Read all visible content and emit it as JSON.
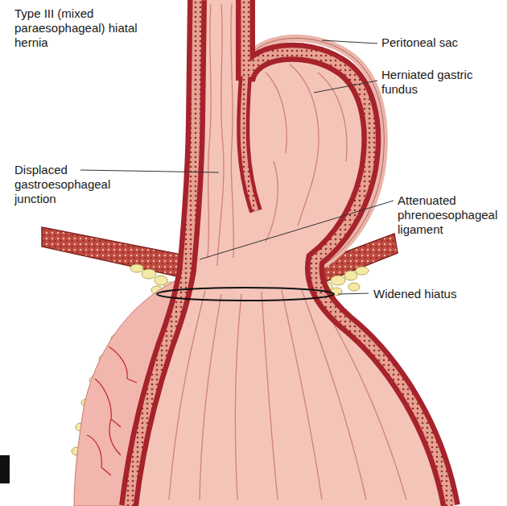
{
  "diagram": {
    "title": "Type III (mixed paraesophageal) hiatal hernia",
    "labels": [
      "Peritoneal sac",
      "Herniated gastric fundus",
      "Displaced gastroesophageal junction",
      "Attenuated phrenoesophageal ligament",
      "Widened hiatus"
    ]
  }
}
